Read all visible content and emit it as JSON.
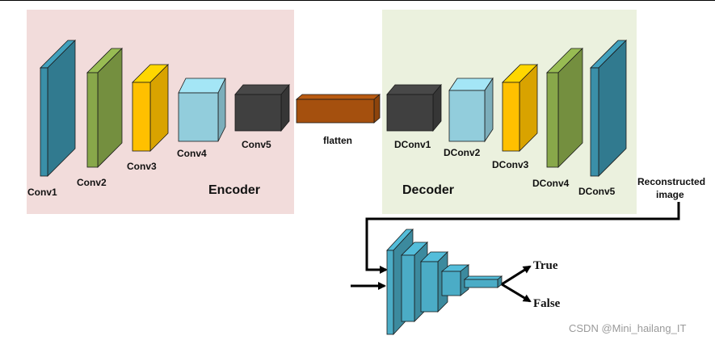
{
  "encoder": {
    "title": "Encoder",
    "layers": [
      {
        "label": "Conv1",
        "color": "#3a8fa8"
      },
      {
        "label": "Conv2",
        "color": "#88a84a"
      },
      {
        "label": "Conv3",
        "color": "#ffc000"
      },
      {
        "label": "Conv4",
        "color": "#92cddc"
      },
      {
        "label": "Conv5",
        "color": "#404040"
      }
    ],
    "background": "#f2dcdb"
  },
  "flatten": {
    "label": "flatten",
    "color": "#a5500e"
  },
  "decoder": {
    "title": "Decoder",
    "layers": [
      {
        "label": "DConv1",
        "color": "#404040"
      },
      {
        "label": "DConv2",
        "color": "#92cddc"
      },
      {
        "label": "DConv3",
        "color": "#ffc000"
      },
      {
        "label": "DConv4",
        "color": "#88a84a"
      },
      {
        "label": "DConv5",
        "color": "#3a8fa8"
      }
    ],
    "background": "#ebf1de"
  },
  "reconstructed": {
    "line1": "Reconstructed",
    "line2": "image"
  },
  "discriminator": {
    "color": "#4bacc6",
    "outputs": [
      "True",
      "False"
    ]
  },
  "watermark": "CSDN @Mini_hailang_IT"
}
